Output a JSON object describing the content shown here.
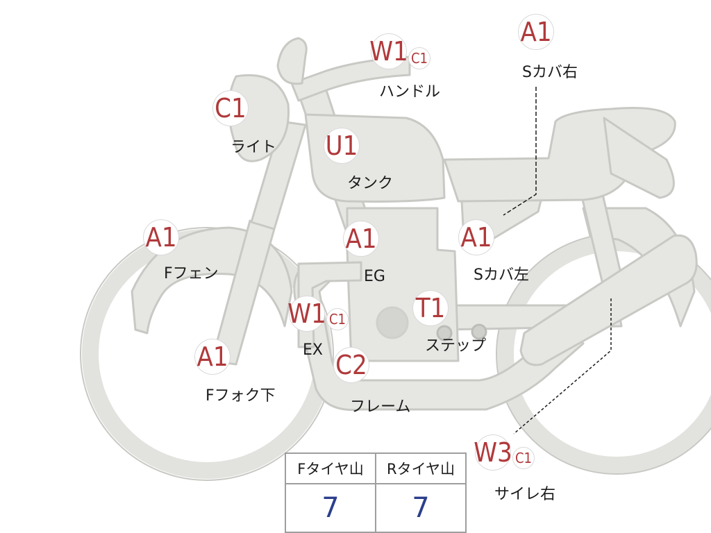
{
  "parts": {
    "handle": {
      "codes": [
        "W1",
        "C1"
      ],
      "label": "ハンドル"
    },
    "s_cover_right": {
      "codes": [
        "A1"
      ],
      "label": "Sカバ右"
    },
    "light": {
      "codes": [
        "C1"
      ],
      "label": "ライト"
    },
    "tank": {
      "codes": [
        "U1"
      ],
      "label": "タンク"
    },
    "f_fender": {
      "codes": [
        "A1"
      ],
      "label": "Fフェン"
    },
    "engine": {
      "codes": [
        "A1"
      ],
      "label": "EG"
    },
    "s_cover_left": {
      "codes": [
        "A1"
      ],
      "label": "Sカバ左"
    },
    "exhaust": {
      "codes": [
        "W1",
        "C1"
      ],
      "label": "EX"
    },
    "step": {
      "codes": [
        "T1"
      ],
      "label": "ステップ"
    },
    "f_fork_lower": {
      "codes": [
        "A1"
      ],
      "label": "Fフォク下"
    },
    "frame": {
      "codes": [
        "C2"
      ],
      "label": "フレーム"
    },
    "silencer_right": {
      "codes": [
        "W3",
        "C1"
      ],
      "label": "サイレ右"
    }
  },
  "tire_tread": {
    "front": {
      "label": "Fタイヤ山",
      "value": "7"
    },
    "rear": {
      "label": "Rタイヤ山",
      "value": "7"
    }
  },
  "colors": {
    "bike_fill": "#e6e6e3",
    "bike_stroke": "#c8c8c4",
    "code_red": "#b0393b",
    "value_blue": "#2b3f8c"
  }
}
